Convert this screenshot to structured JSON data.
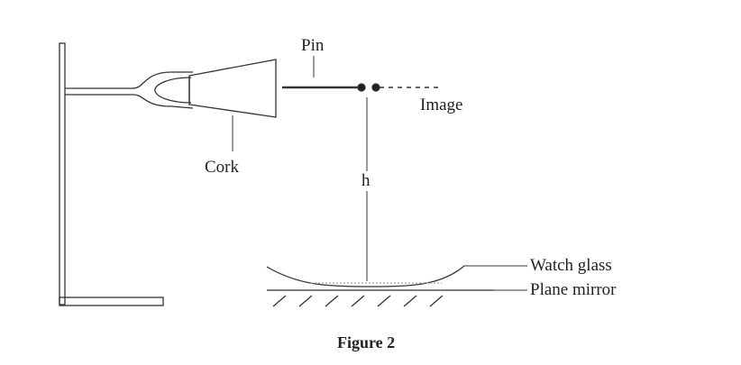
{
  "labels": {
    "pin": "Pin",
    "image": "Image",
    "cork": "Cork",
    "height": "h",
    "watch_glass": "Watch glass",
    "plane_mirror": "Plane mirror"
  },
  "caption": "Figure 2"
}
